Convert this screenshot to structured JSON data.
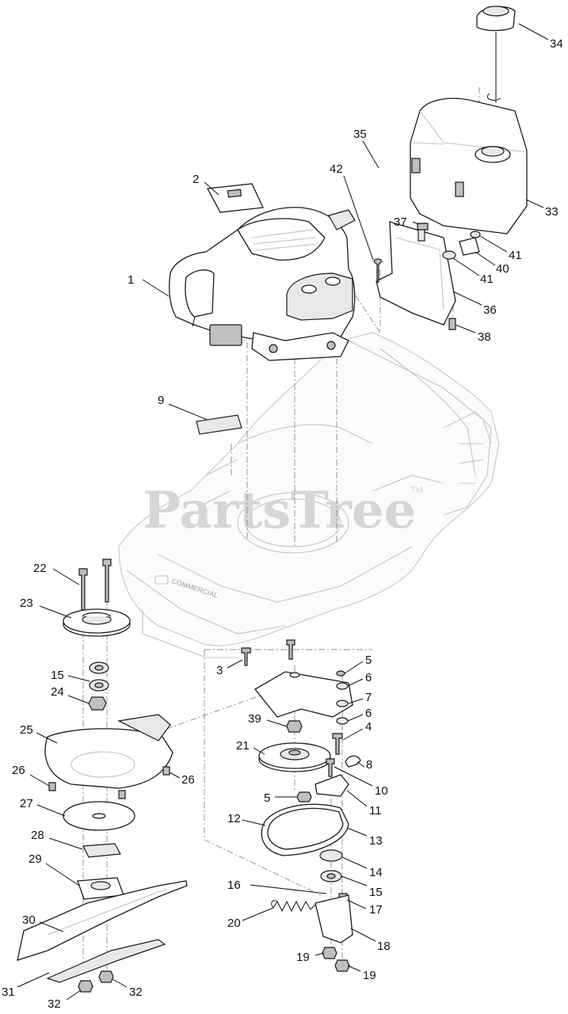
{
  "watermark": {
    "text": "PartsTree",
    "trademark": "TM"
  },
  "deck_decal": "COMMERCIAL",
  "callouts": [
    {
      "id": "c1",
      "label": "1"
    },
    {
      "id": "c2",
      "label": "2"
    },
    {
      "id": "c3",
      "label": "3"
    },
    {
      "id": "c4",
      "label": "4"
    },
    {
      "id": "c5a",
      "label": "5"
    },
    {
      "id": "c5b",
      "label": "5"
    },
    {
      "id": "c6a",
      "label": "6"
    },
    {
      "id": "c6b",
      "label": "6"
    },
    {
      "id": "c7",
      "label": "7"
    },
    {
      "id": "c8",
      "label": "8"
    },
    {
      "id": "c9",
      "label": "9"
    },
    {
      "id": "c10",
      "label": "10"
    },
    {
      "id": "c11",
      "label": "11"
    },
    {
      "id": "c12",
      "label": "12"
    },
    {
      "id": "c13",
      "label": "13"
    },
    {
      "id": "c14",
      "label": "14"
    },
    {
      "id": "c15a",
      "label": "15"
    },
    {
      "id": "c15b",
      "label": "15"
    },
    {
      "id": "c16",
      "label": "16"
    },
    {
      "id": "c17",
      "label": "17"
    },
    {
      "id": "c18",
      "label": "18"
    },
    {
      "id": "c19a",
      "label": "19"
    },
    {
      "id": "c19b",
      "label": "19"
    },
    {
      "id": "c20",
      "label": "20"
    },
    {
      "id": "c21",
      "label": "21"
    },
    {
      "id": "c22",
      "label": "22"
    },
    {
      "id": "c23",
      "label": "23"
    },
    {
      "id": "c24",
      "label": "24"
    },
    {
      "id": "c25",
      "label": "25"
    },
    {
      "id": "c26a",
      "label": "26"
    },
    {
      "id": "c26b",
      "label": "26"
    },
    {
      "id": "c27",
      "label": "27"
    },
    {
      "id": "c28",
      "label": "28"
    },
    {
      "id": "c29",
      "label": "29"
    },
    {
      "id": "c30",
      "label": "30"
    },
    {
      "id": "c31",
      "label": "31"
    },
    {
      "id": "c32a",
      "label": "32"
    },
    {
      "id": "c32b",
      "label": "32"
    },
    {
      "id": "c33",
      "label": "33"
    },
    {
      "id": "c34",
      "label": "34"
    },
    {
      "id": "c35",
      "label": "35"
    },
    {
      "id": "c36",
      "label": "36"
    },
    {
      "id": "c37",
      "label": "37"
    },
    {
      "id": "c38",
      "label": "38"
    },
    {
      "id": "c39",
      "label": "39"
    },
    {
      "id": "c40",
      "label": "40"
    },
    {
      "id": "c41a",
      "label": "41"
    },
    {
      "id": "c41b",
      "label": "41"
    },
    {
      "id": "c42",
      "label": "42"
    }
  ]
}
